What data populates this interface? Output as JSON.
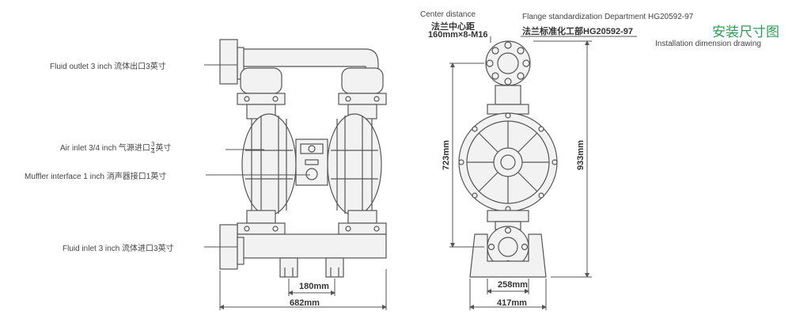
{
  "title": {
    "cn": "安装尺寸图",
    "en": "Installation dimension drawing"
  },
  "labels": {
    "fluid_outlet": "Fluid outlet 3 inch 流体出口3英寸",
    "air_inlet": "Air inlet 3/4 inch 气源进口",
    "air_inlet_suffix": "英寸",
    "fraction_num": "3",
    "fraction_den": "4",
    "muffler": "Muffler interface 1 inch 消声器接口1英寸",
    "fluid_inlet": "Fluid inlet 3 inch 流体进口3英寸",
    "center_distance_en": "Center distance",
    "center_distance_cn": "法兰中心距",
    "center_distance_value": "160mm×8-M16",
    "flange_en": "Flange standardization Department HG20592-97",
    "flange_cn": "法兰标准化工部HG20592-97"
  },
  "dimensions": {
    "bolt_spacing": "180mm",
    "front_width": "682mm",
    "side_height": "723mm",
    "total_height": "933mm",
    "base_width": "258mm",
    "side_width": "417mm"
  },
  "colors": {
    "title_green": "#2e9c57",
    "line": "#555555",
    "fill": "#f2f2f2"
  }
}
